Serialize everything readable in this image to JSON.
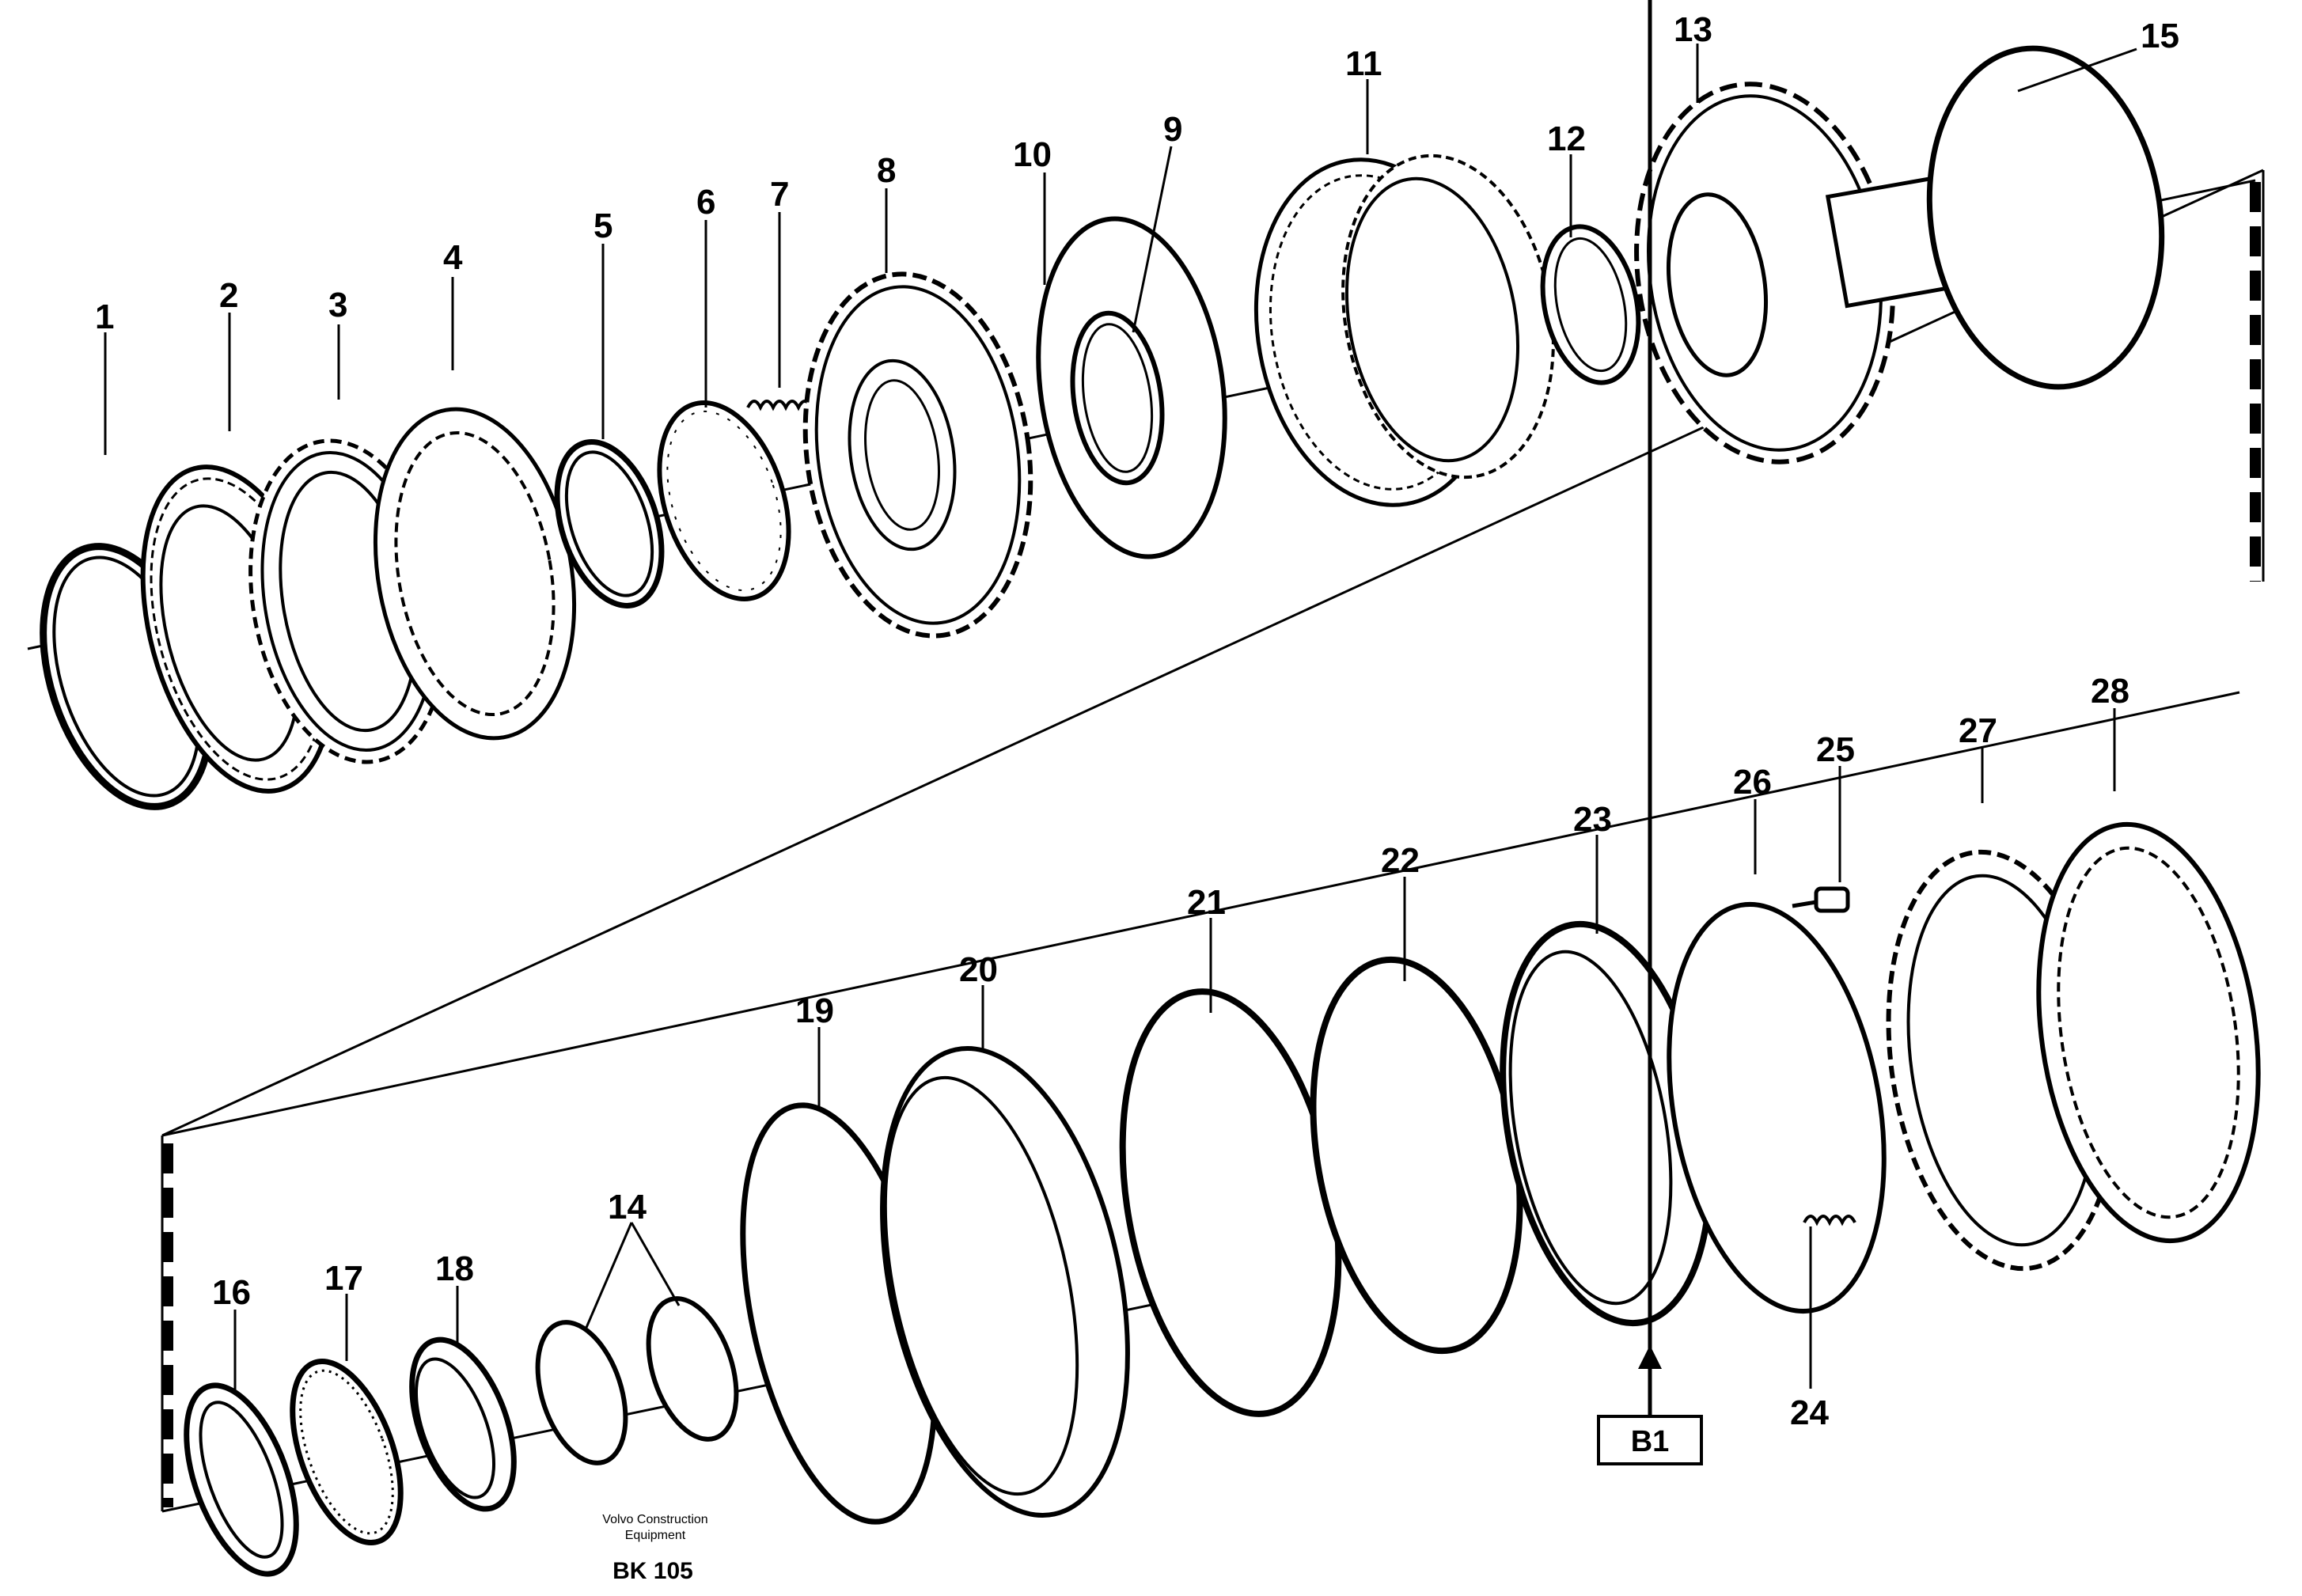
{
  "part_labels": [
    "1",
    "2",
    "3",
    "4",
    "5",
    "6",
    "7",
    "8",
    "9",
    "10",
    "11",
    "12",
    "13",
    "14",
    "15",
    "16",
    "17",
    "18",
    "19",
    "20",
    "21",
    "22",
    "23",
    "24",
    "25",
    "26",
    "27",
    "28"
  ],
  "reference_box": "B1",
  "footer": {
    "brand_line1": "Volvo Construction",
    "brand_line2": "Equipment",
    "code": "BK 105"
  },
  "colors": {
    "ink": "#000000",
    "paper": "#ffffff"
  }
}
